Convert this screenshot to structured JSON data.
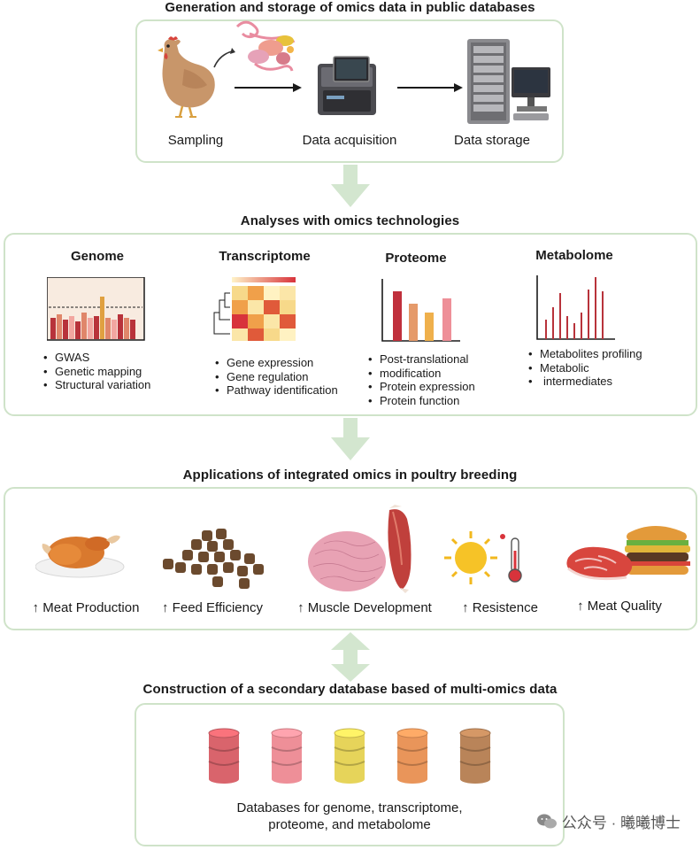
{
  "sections": {
    "s1_title": "Generation and storage of omics data in public databases",
    "s2_title": "Analyses with omics technologies",
    "s3_title": "Applications of integrated omics in poultry breeding",
    "s4_title": "Construction of a secondary database based of multi-omics data"
  },
  "workflow": {
    "sampling": "Sampling",
    "acquisition": "Data acquisition",
    "storage": "Data storage"
  },
  "omics": [
    {
      "title": "Genome",
      "bullets": [
        "GWAS",
        "Genetic mapping",
        "Structural variation"
      ]
    },
    {
      "title": "Transcriptome",
      "bullets": [
        "Gene expression",
        "Gene regulation",
        "Pathway identification"
      ]
    },
    {
      "title": "Proteome",
      "bullets": [
        "Post-translational",
        "modification",
        "Protein expression",
        "Protein function"
      ]
    },
    {
      "title": "Metabolome",
      "bullets": [
        "Metabolites profiling",
        "Metabolic",
        "intermediates"
      ]
    }
  ],
  "applications": [
    {
      "label": "↑ Meat Production"
    },
    {
      "label": "↑ Feed Efficiency"
    },
    {
      "label": "↑ Muscle Development"
    },
    {
      "label": "↑ Resistence"
    },
    {
      "label": "↑ Meat Quality"
    }
  ],
  "database": {
    "line1": "Databases for genome, transcriptome,",
    "line2": "proteome, and metabolome",
    "cylinder_colors": [
      "#d9646c",
      "#ee8f98",
      "#e6d45a",
      "#e9955a",
      "#b98459"
    ]
  },
  "watermark": "公众号 · 曦曦博士",
  "colors": {
    "panel_border": "#cfe3c9",
    "arrow_green": "#d3e6cf"
  }
}
